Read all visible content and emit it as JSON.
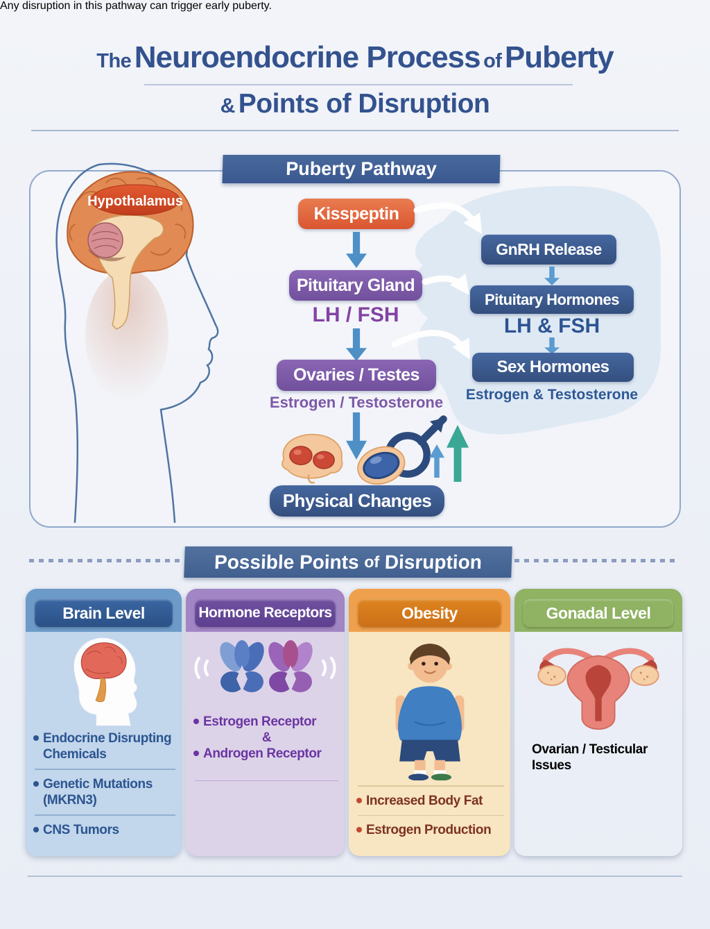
{
  "title": {
    "small1": "The",
    "main1": "Neuroendocrine Process",
    "small2": "of",
    "main2": "Puberty",
    "amp": "&",
    "line2": "Points of Disruption"
  },
  "pathway": {
    "banner": "Puberty Pathway",
    "hypothalamus": "Hypothalamus",
    "kisspeptin": "Kisspeptin",
    "pituitary_gland": "Pituitary Gland",
    "lh_fsh": "LH / FSH",
    "ovaries_testes": "Ovaries / Testes",
    "estrogen_testosterone": "Estrogen / Testosterone",
    "physical_changes": "Physical Changes",
    "gnrh_release": "GnRH Release",
    "pituitary_hormones": "Pituitary Hormones",
    "lh_and_fsh": "LH & FSH",
    "sex_hormones": "Sex Hormones",
    "estrogen_and_testosterone": "Estrogen & Testosterone"
  },
  "disruption": {
    "banner_pre": "Possible Points",
    "banner_mid": "of",
    "banner_end": "Disruption",
    "cards": [
      {
        "title": "Brain Level",
        "items": [
          "Endocrine Disrupting Chemicals",
          "Genetic Mutations (MKRN3)",
          "CNS Tumors"
        ]
      },
      {
        "title": "Hormone Receptors",
        "items": [
          "Estrogen Receptor",
          "&",
          "Androgen Receptor"
        ]
      },
      {
        "title": "Obesity",
        "items": [
          "Increased Body Fat",
          "Estrogen Production"
        ]
      },
      {
        "title": "Gonadal Level",
        "items": [
          "Ovarian / Testicular Issues"
        ]
      }
    ]
  },
  "footer": "Any disruption in this pathway can trigger early puberty.",
  "icons": [
    "head-profile-brain-icon",
    "brain-head-icon",
    "estrogen-receptor-icon",
    "androgen-receptor-icon",
    "obese-boy-icon",
    "uterus-ovaries-icon",
    "ovary-icon",
    "male-symbol-testis-icon",
    "up-arrow-icon",
    "down-arrow-icon",
    "curved-arrow-icon"
  ],
  "colors": {
    "background": "#eef1f7",
    "title_blue": "#33528e",
    "banner_blue": "#3d5c94",
    "navy_box": "#3a5b95",
    "purple_box": "#7d58a8",
    "orange_box": "#df5a33",
    "arrow_blue": "#4e8fc6",
    "arrow_teal": "#3ba795",
    "pathway_blob": "#cfdeef",
    "card_brain_level": "#6d9bc9",
    "card_hormone_receptors": "#a285c5",
    "card_obesity": "#efa04d",
    "card_gonadal_level": "#8fb263"
  }
}
